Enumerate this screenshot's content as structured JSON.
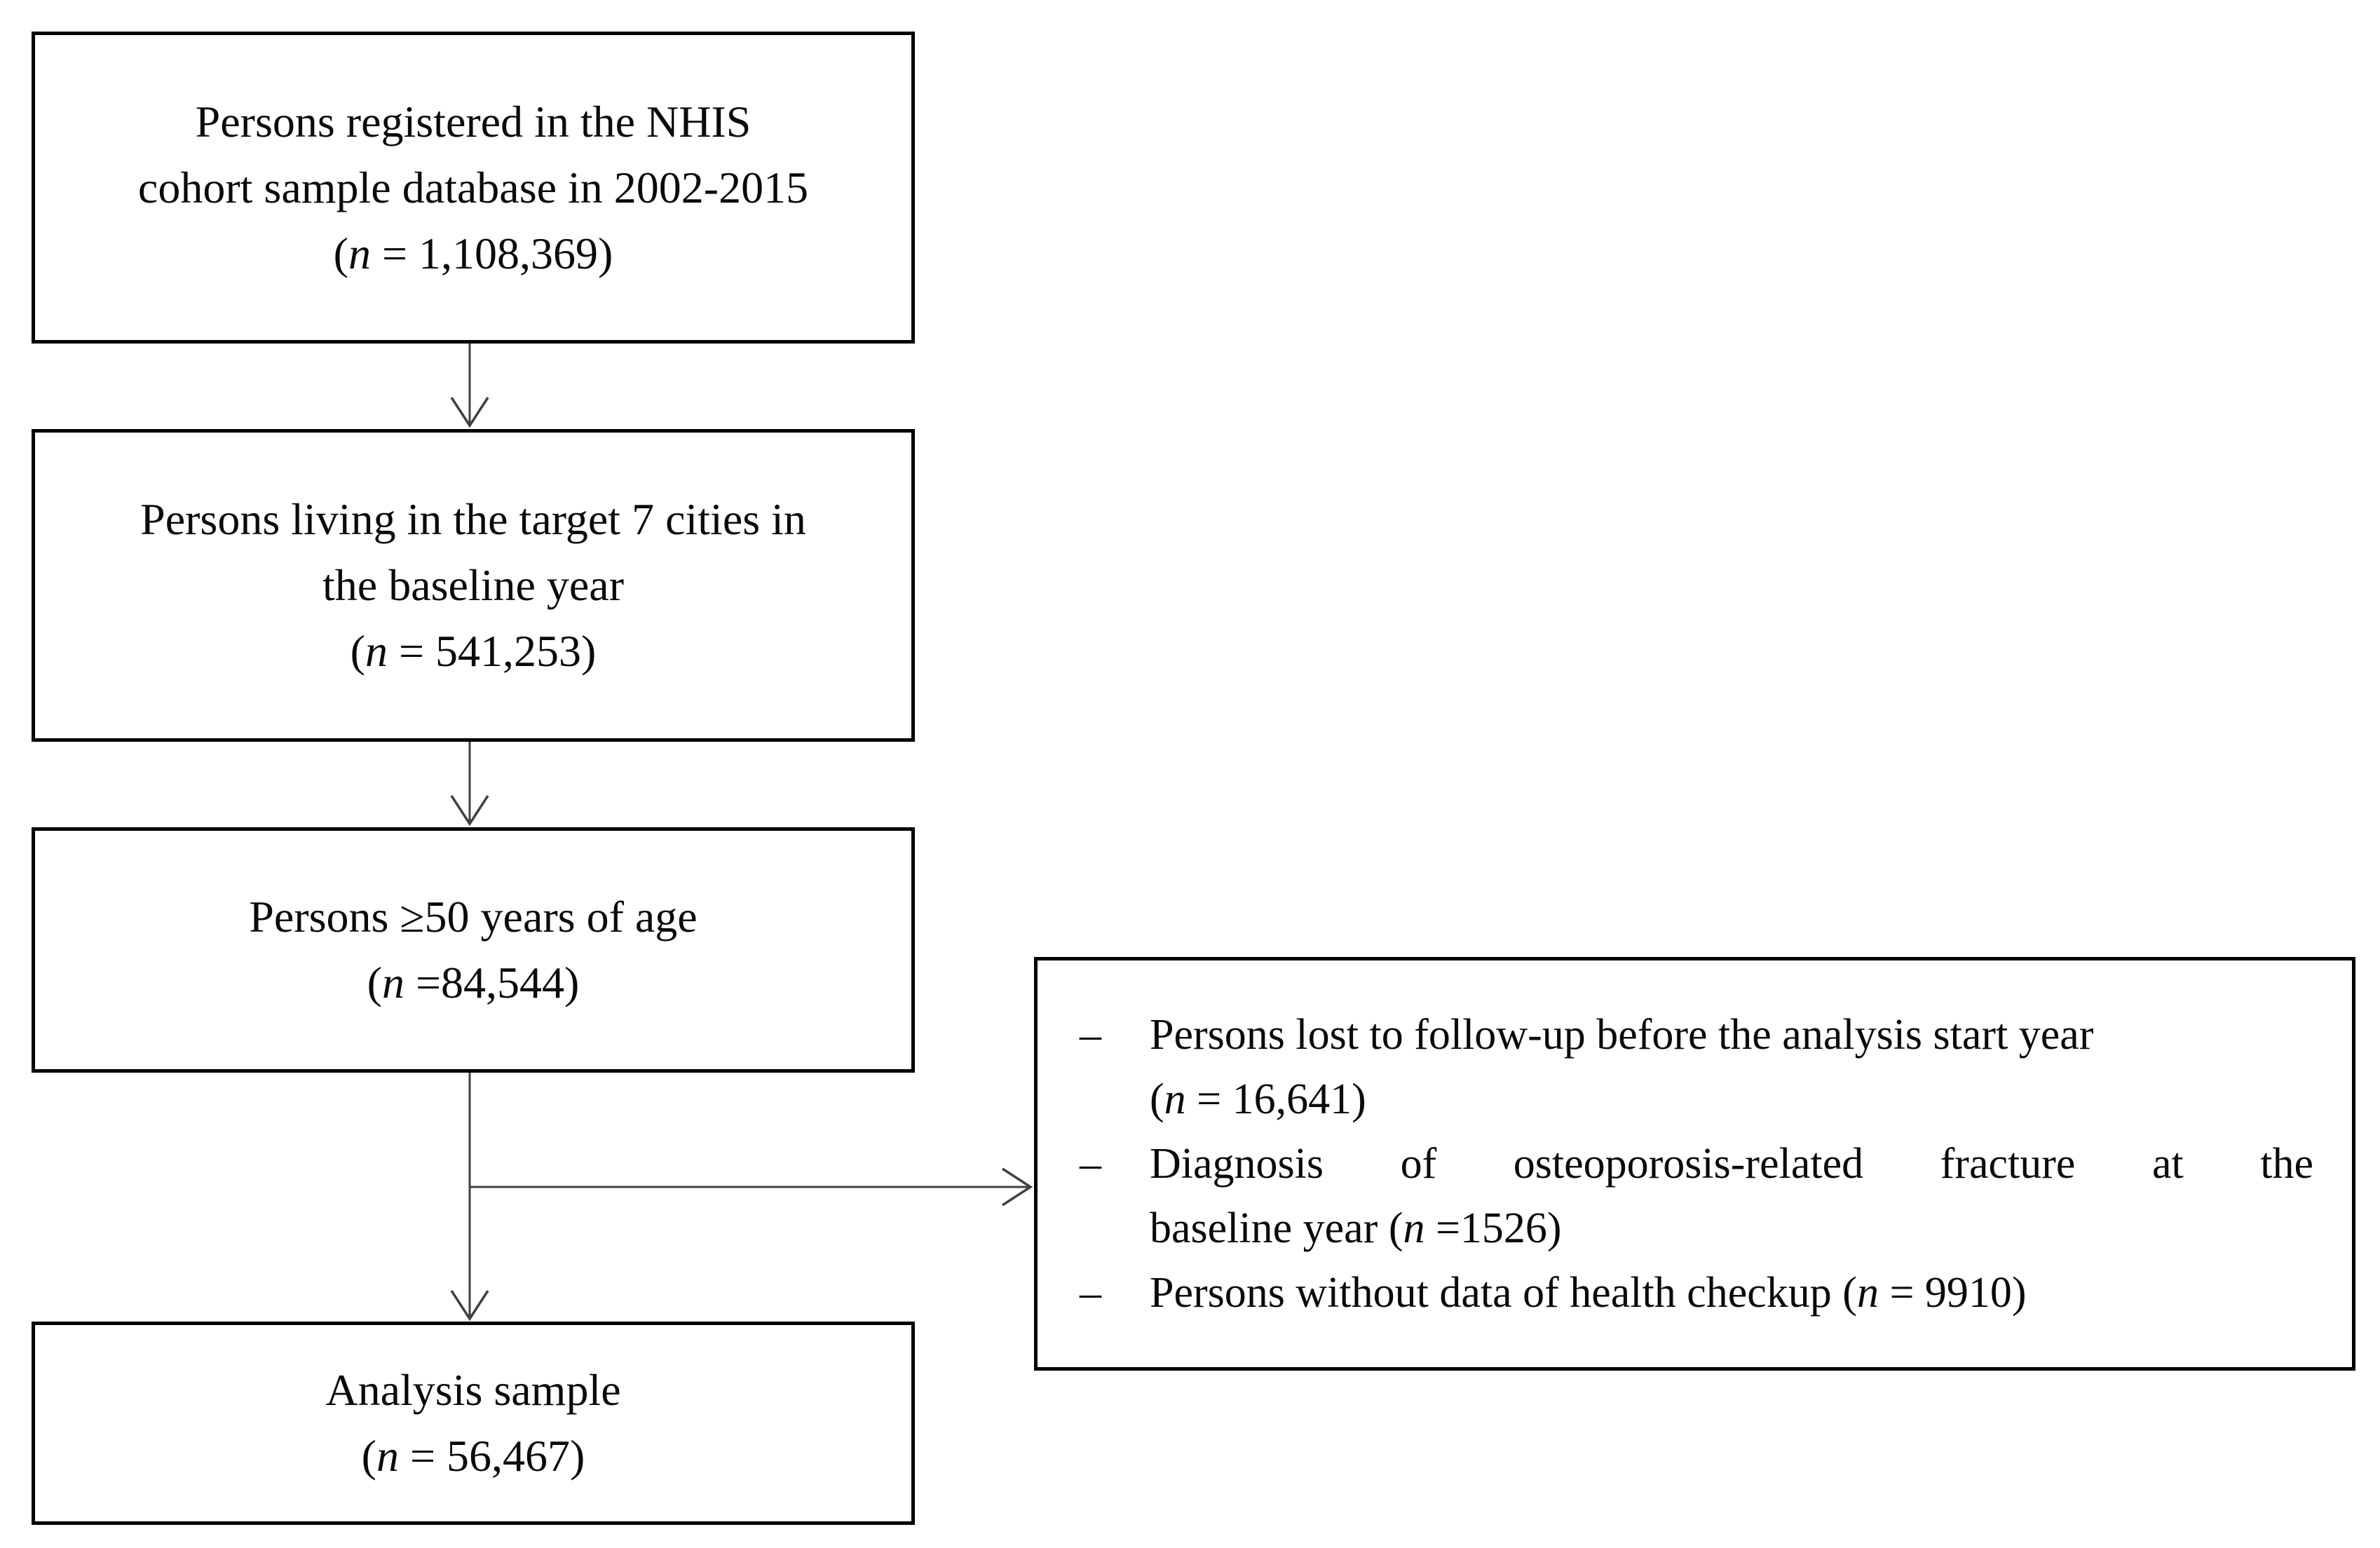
{
  "figure": {
    "background": "#ffffff",
    "box_border_color": "#000000",
    "connector_color": "#404040"
  },
  "boxes": [
    {
      "name": "nhis-cohort",
      "lines": [
        "Persons registered in the NHIS",
        "cohort sample database in 2002-2015",
        "(*n* = 1,108,369)"
      ]
    },
    {
      "name": "target-cities",
      "lines": [
        "Persons living in the target 7 cities in",
        "the baseline year",
        "(*n* = 541,253)"
      ]
    },
    {
      "name": "age-50-plus",
      "lines": [
        "Persons ≥50 years of age",
        "(*n* =84,544)"
      ]
    },
    {
      "name": "analysis-sample",
      "lines": [
        "Analysis sample",
        "(*n* = 56,467)"
      ]
    }
  ],
  "exclusion_box": {
    "bullet": "–",
    "items": [
      {
        "line1": "Persons lost to follow-up before the analysis start year",
        "line2": "(*n* = 16,641)"
      },
      {
        "line1": "Diagnosis of osteoporosis-related fracture at the",
        "line2": "baseline year (*n* =1526)"
      },
      {
        "line1": "Persons without data of health checkup (*n* = 9910)"
      }
    ]
  }
}
